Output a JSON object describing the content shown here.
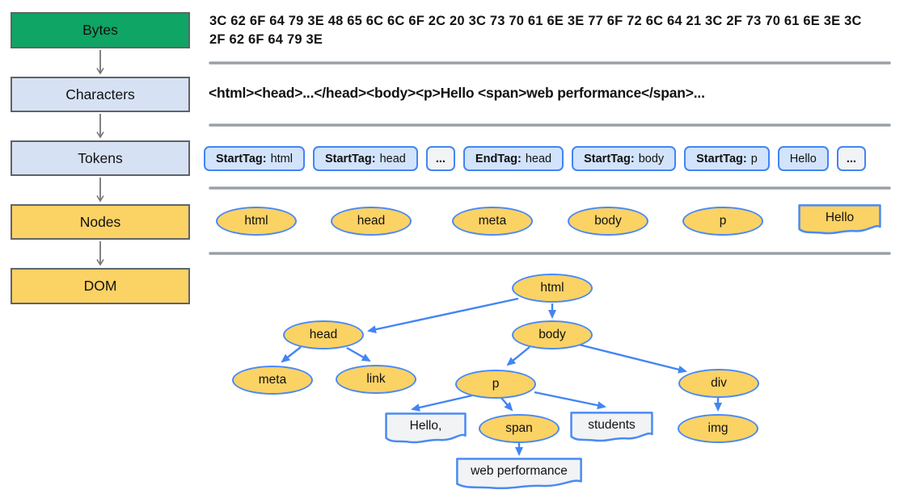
{
  "pipeline": {
    "stages": [
      {
        "id": "bytes",
        "label": "Bytes"
      },
      {
        "id": "characters",
        "label": "Characters"
      },
      {
        "id": "tokens",
        "label": "Tokens"
      },
      {
        "id": "nodes",
        "label": "Nodes"
      },
      {
        "id": "dom",
        "label": "DOM"
      }
    ]
  },
  "rows": {
    "bytes": {
      "hex_text": "3C 62 6F 64 79 3E 48 65 6C 6C 6F 2C 20 3C 73 70 61 6E 3E 77 6F 72 6C 64 21 3C 2F 73 70 61 6E 3E 3C 2F 62 6F 64 79 3E"
    },
    "characters": {
      "markup_text": "<html><head>...</head><body><p>Hello <span>web performance</span>..."
    },
    "tokens": {
      "items": [
        {
          "prefix": "StartTag:",
          "value": "html",
          "variant": "tag"
        },
        {
          "prefix": "StartTag:",
          "value": "head",
          "variant": "tag"
        },
        {
          "prefix": "",
          "value": "...",
          "variant": "ellipsis"
        },
        {
          "prefix": "EndTag:",
          "value": "head",
          "variant": "tag"
        },
        {
          "prefix": "StartTag:",
          "value": "body",
          "variant": "tag"
        },
        {
          "prefix": "StartTag:",
          "value": "p",
          "variant": "tag"
        },
        {
          "prefix": "",
          "value": "Hello",
          "variant": "text"
        },
        {
          "prefix": "",
          "value": "...",
          "variant": "ellipsis"
        }
      ]
    },
    "nodes": {
      "element_nodes": [
        "html",
        "head",
        "meta",
        "body",
        "p"
      ],
      "text_node": "Hello"
    },
    "dom": {
      "element_nodes": [
        "html",
        "head",
        "body",
        "meta",
        "link",
        "p",
        "div",
        "span",
        "img"
      ],
      "text_nodes": [
        "Hello,",
        "students",
        "web performance"
      ],
      "edges": [
        {
          "from": "html",
          "to": "head"
        },
        {
          "from": "html",
          "to": "body"
        },
        {
          "from": "head",
          "to": "meta"
        },
        {
          "from": "head",
          "to": "link"
        },
        {
          "from": "body",
          "to": "p"
        },
        {
          "from": "body",
          "to": "div"
        },
        {
          "from": "p",
          "to": "Hello,"
        },
        {
          "from": "p",
          "to": "span"
        },
        {
          "from": "p",
          "to": "students"
        },
        {
          "from": "span",
          "to": "web performance"
        },
        {
          "from": "div",
          "to": "img"
        }
      ]
    }
  },
  "colors": {
    "stage_bytes_fill": "#0FA564",
    "stage_characters_tokens_fill": "#D6E2F4",
    "stage_nodes_dom_fill": "#FBD264",
    "stage_border": "#5F6368",
    "token_fill": "#D2E3FC",
    "token_ellipsis_fill": "#F1F3F4",
    "token_border": "#4285F4",
    "node_fill": "#FBD264",
    "node_border": "#4A8AF4",
    "text_node_fill": "#F1F3F4",
    "edge_color": "#4285F4",
    "divider_color": "#9AA0A6",
    "connector_color": "#757575"
  }
}
